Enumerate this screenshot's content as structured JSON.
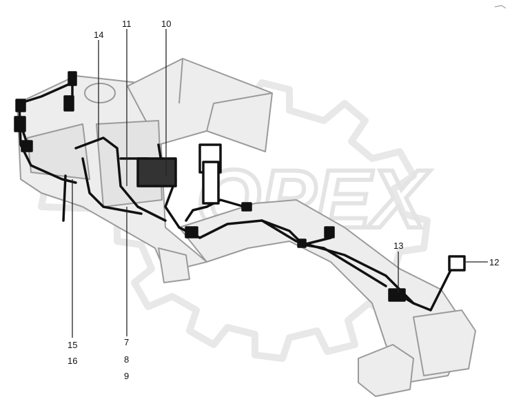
{
  "diagram": {
    "callouts": {
      "c14": "14",
      "c11": "11",
      "c10": "10",
      "c13": "13",
      "c12": "12",
      "c15": "15",
      "c16": "16",
      "c7": "7",
      "c8": "8",
      "c9": "9"
    },
    "watermark_text": "OPEX",
    "colors": {
      "frame_outline": "#9a9a9a",
      "frame_fill": "#ededed",
      "harness": "#111111",
      "watermark": "#d6d6d6",
      "leader": "#222222"
    }
  }
}
